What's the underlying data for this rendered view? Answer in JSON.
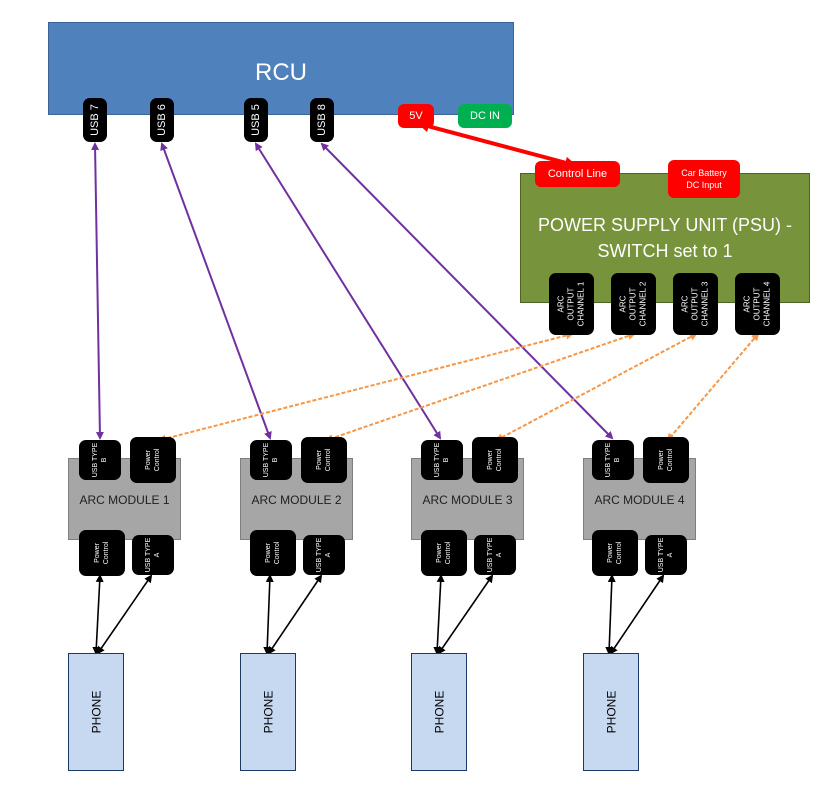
{
  "rcu": {
    "title": "RCU",
    "usb_ports": [
      "USB 7",
      "USB 6",
      "USB 5",
      "USB 8"
    ],
    "tag_5v": "5V",
    "tag_dcin": "DC IN"
  },
  "psu": {
    "title_line1": "POWER SUPPLY UNIT (PSU) -",
    "title_line2": "SWITCH set to 1",
    "control_line": "Control Line",
    "battery_line1": "Car Battery",
    "battery_line2": "DC Input",
    "channels": [
      "ARC OUTPUT CHANNEL 1",
      "ARC OUTPUT CHANNEL 2",
      "ARC OUTPUT CHANNEL 3",
      "ARC OUTPUT CHANNEL 4"
    ]
  },
  "modules": [
    {
      "title": "ARC MODULE 1",
      "usb_b": "USB TYPE B",
      "power_top": "Power Control",
      "power_bottom": "Power Control",
      "usb_a": "USB TYPE A",
      "phone": "PHONE"
    },
    {
      "title": "ARC MODULE 2",
      "usb_b": "USB TYPE B",
      "power_top": "Power Control",
      "power_bottom": "Power Control",
      "usb_a": "USB TYPE A",
      "phone": "PHONE"
    },
    {
      "title": "ARC MODULE 3",
      "usb_b": "USB TYPE B",
      "power_top": "Power Control",
      "power_bottom": "Power Control",
      "usb_a": "USB TYPE A",
      "phone": "PHONE"
    },
    {
      "title": "ARC MODULE 4",
      "usb_b": "USB TYPE B",
      "power_top": "Power Control",
      "power_bottom": "Power Control",
      "usb_a": "USB TYPE A",
      "phone": "PHONE"
    }
  ],
  "colors": {
    "rcu": "#4f81bd",
    "psu": "#77933c",
    "usb_link": "#7030a0",
    "power_link": "#f79646",
    "control_link": "#ff0000",
    "phone_link": "#000000"
  }
}
